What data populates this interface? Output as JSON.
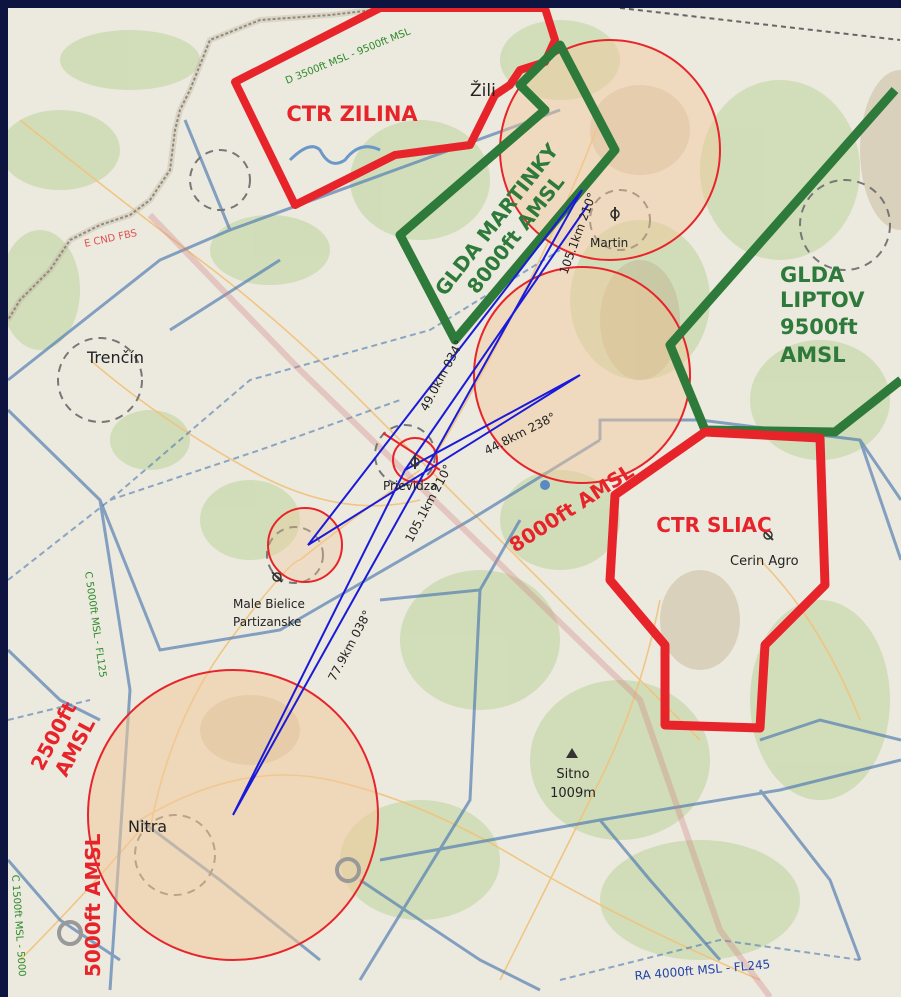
{
  "colors": {
    "ctr_red": "#e8242b",
    "glda_green": "#2d7a3a",
    "route_blue": "#1a1adb",
    "airspace_blue": "#4a78b0",
    "circle_fill": "#f3c89a",
    "map_bg": "#ece9de"
  },
  "airspaces": {
    "ctr_zilina": "CTR ZILINA",
    "ctr_sliac": "CTR SLIAC",
    "glda_martinky": [
      "GLDA MARTINKY",
      "8000ft AMSL"
    ],
    "glda_liptov": [
      "GLDA",
      "LIPTOV",
      "9500ft",
      "AMSL"
    ],
    "alt_8000": "8000ft AMSL",
    "alt_2500": [
      "2500ft",
      "AMSL"
    ],
    "alt_5000": "5000ft AMSL",
    "d_zilina": "D 3500ft MSL - 9500ft MSL",
    "c_west": "C 5000ft MSL - FL125",
    "c_southwest": "C 1500ft MSL - 5000",
    "ra_south": "RA 4000ft MSL - FL245",
    "border": "E CND FBS"
  },
  "places": {
    "zilina": "Žili",
    "martin": "Martin",
    "trencin": "Trenčín",
    "prievidza": "Prievidza",
    "male_bielice": "Male Bielice",
    "partizanske": "Partizanske",
    "cerin_agro": "Cerin Agro",
    "sitno": "Sitno",
    "sitno_elev": "1009m",
    "nitra": "Nitra"
  },
  "routes": {
    "leg_martin": "105.1km 210°",
    "leg_north": "49.0km 034°",
    "leg_east": "44.8km 238°",
    "leg_prievidza": "105.1km 210°",
    "leg_nitra": "77.9km 038°"
  }
}
